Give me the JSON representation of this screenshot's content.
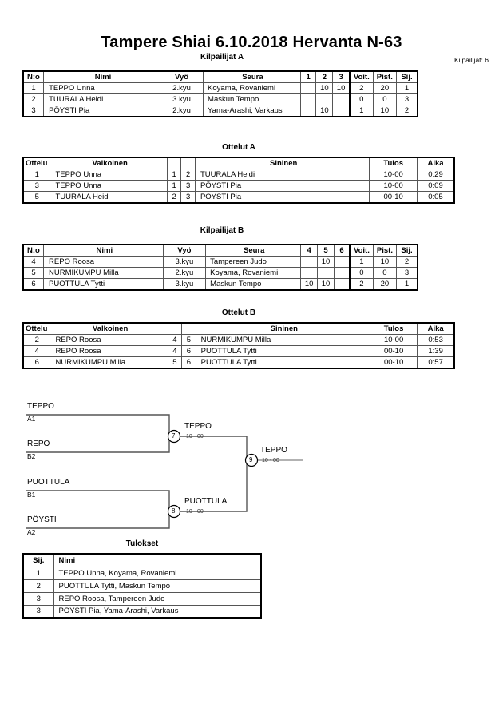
{
  "document": {
    "title": "Tampere Shiai  6.10.2018  Hervanta   N-63",
    "entrants_label": "Kilpailijat: 6"
  },
  "pool_a": {
    "heading": "Kilpailijat A",
    "columns": [
      "N:o",
      "Nimi",
      "Vyö",
      "Seura",
      "1",
      "2",
      "3",
      "Voit.",
      "Pist.",
      "Sij."
    ],
    "rows": [
      {
        "no": "1",
        "name": "TEPPO Unna",
        "belt": "2.kyu",
        "club": "Koyama, Rovaniemi",
        "o1": "",
        "o2": "10",
        "o3": "10",
        "wins": "2",
        "points": "20",
        "rank": "1"
      },
      {
        "no": "2",
        "name": "TUURALA Heidi",
        "belt": "3.kyu",
        "club": "Maskun Tempo",
        "o1": "",
        "o2": "",
        "o3": "",
        "wins": "0",
        "points": "0",
        "rank": "3"
      },
      {
        "no": "3",
        "name": "PÖYSTI Pia",
        "belt": "2.kyu",
        "club": "Yama-Arashi, Varkaus",
        "o1": "",
        "o2": "10",
        "o3": "",
        "wins": "1",
        "points": "10",
        "rank": "2"
      }
    ]
  },
  "matches_a": {
    "heading": "Ottelut A",
    "columns": [
      "Ottelu",
      "Valkoinen",
      "",
      "",
      "Sininen",
      "Tulos",
      "Aika"
    ],
    "rows": [
      {
        "no": "1",
        "white": "TEPPO Unna",
        "wn": "1",
        "bn": "2",
        "blue": "TUURALA Heidi",
        "result": "10-00",
        "time": "0:29"
      },
      {
        "no": "3",
        "white": "TEPPO Unna",
        "wn": "1",
        "bn": "3",
        "blue": "PÖYSTI Pia",
        "result": "10-00",
        "time": "0:09"
      },
      {
        "no": "5",
        "white": "TUURALA Heidi",
        "wn": "2",
        "bn": "3",
        "blue": "PÖYSTI Pia",
        "result": "00-10",
        "time": "0:05"
      }
    ]
  },
  "pool_b": {
    "heading": "Kilpailijat B",
    "columns": [
      "N:o",
      "Nimi",
      "Vyö",
      "Seura",
      "4",
      "5",
      "6",
      "Voit.",
      "Pist.",
      "Sij."
    ],
    "rows": [
      {
        "no": "4",
        "name": "REPO Roosa",
        "belt": "3.kyu",
        "club": "Tampereen Judo",
        "o1": "",
        "o2": "10",
        "o3": "",
        "wins": "1",
        "points": "10",
        "rank": "2"
      },
      {
        "no": "5",
        "name": "NURMIKUMPU Milla",
        "belt": "2.kyu",
        "club": "Koyama, Rovaniemi",
        "o1": "",
        "o2": "",
        "o3": "",
        "wins": "0",
        "points": "0",
        "rank": "3"
      },
      {
        "no": "6",
        "name": "PUOTTULA Tytti",
        "belt": "3.kyu",
        "club": "Maskun Tempo",
        "o1": "10",
        "o2": "10",
        "o3": "",
        "wins": "2",
        "points": "20",
        "rank": "1"
      }
    ]
  },
  "matches_b": {
    "heading": "Ottelut B",
    "columns": [
      "Ottelu",
      "Valkoinen",
      "",
      "",
      "Sininen",
      "Tulos",
      "Aika"
    ],
    "rows": [
      {
        "no": "2",
        "white": "REPO Roosa",
        "wn": "4",
        "bn": "5",
        "blue": "NURMIKUMPU Milla",
        "result": "10-00",
        "time": "0:53"
      },
      {
        "no": "4",
        "white": "REPO Roosa",
        "wn": "4",
        "bn": "6",
        "blue": "PUOTTULA Tytti",
        "result": "00-10",
        "time": "1:39"
      },
      {
        "no": "6",
        "white": "NURMIKUMPU Milla",
        "wn": "5",
        "bn": "6",
        "blue": "PUOTTULA Tytti",
        "result": "00-10",
        "time": "0:57"
      }
    ]
  },
  "bracket": {
    "seeds": [
      {
        "name": "TEPPO",
        "code": "A1"
      },
      {
        "name": "REPO",
        "code": "B2"
      },
      {
        "name": "PUOTTULA",
        "code": "B1"
      },
      {
        "name": "PÖYSTI",
        "code": "A2"
      }
    ],
    "nodes": [
      {
        "number": "7",
        "winner": "TEPPO",
        "score": "10 - 00"
      },
      {
        "number": "8",
        "winner": "PUOTTULA",
        "score": "10 - 00"
      },
      {
        "number": "9",
        "winner": "TEPPO",
        "score": "10 - 00"
      }
    ]
  },
  "results": {
    "heading": "Tulokset",
    "columns": [
      "Sij.",
      "Nimi"
    ],
    "rows": [
      {
        "rank": "1",
        "name": "TEPPO Unna, Koyama, Rovaniemi"
      },
      {
        "rank": "2",
        "name": "PUOTTULA Tytti, Maskun Tempo"
      },
      {
        "rank": "3",
        "name": "REPO Roosa, Tampereen Judo"
      },
      {
        "rank": "3",
        "name": "PÖYSTI Pia, Yama-Arashi, Varkaus"
      }
    ]
  }
}
